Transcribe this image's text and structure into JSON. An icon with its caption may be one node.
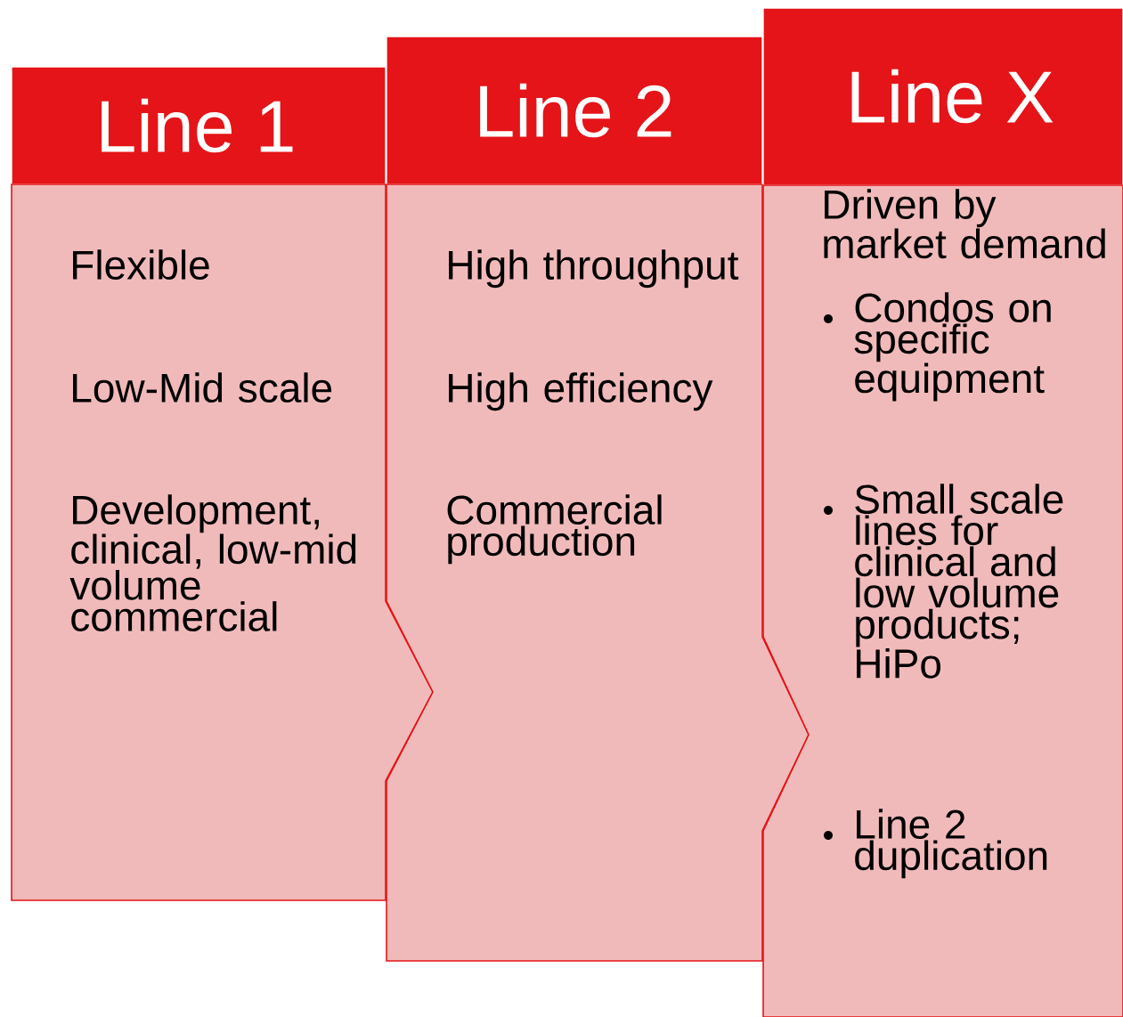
{
  "diagram": {
    "nodes": [
      {
        "text": [
          "Line 1"
        ]
      },
      {
        "text": [
          "Flexible",
          "Low-Mid scale",
          "Development, clinical, low-mid volume commercial"
        ]
      },
      {
        "text": [
          "Line 2"
        ]
      },
      {
        "text": [
          "High throughput",
          "High efficiency",
          "Commercial production"
        ]
      },
      {
        "text": [
          "Line X"
        ]
      },
      {
        "text": [
          "Driven by market demand",
          "Condos on specific equipment",
          "Small scale lines for clinical and low volume products; HiPo",
          "Line 2 duplication"
        ]
      }
    ]
  }
}
